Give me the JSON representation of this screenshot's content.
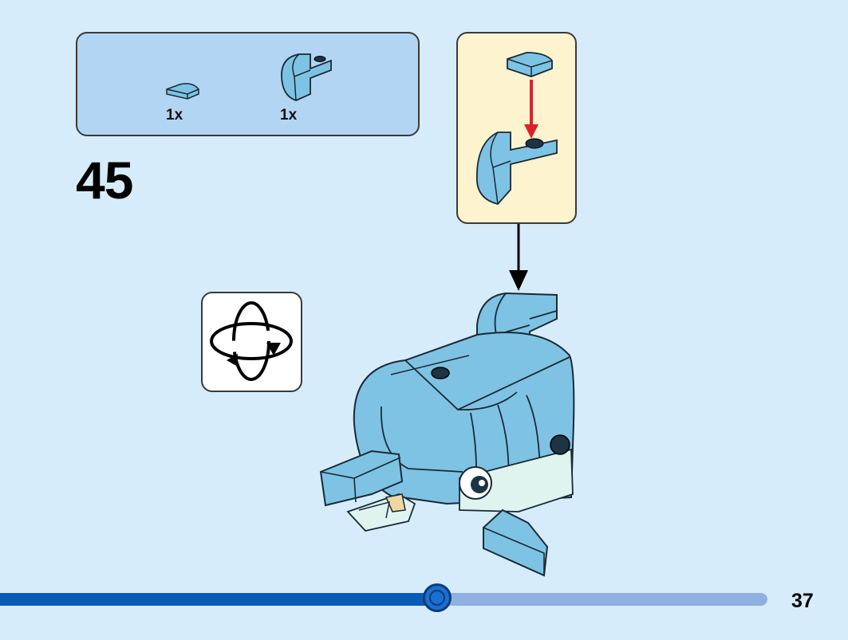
{
  "parts_list": {
    "items": [
      {
        "name": "quarter-round-tile-icon",
        "qty": "1x",
        "color": "#7ec3e4"
      },
      {
        "name": "curved-slope-brick-icon",
        "qty": "1x",
        "color": "#7ec3e4"
      }
    ]
  },
  "step": {
    "number": "45"
  },
  "callout": {
    "arrow_color": "#d9232a"
  },
  "rotate_icon": "rotate-model-icon",
  "progress": {
    "fraction": 0.57
  },
  "page": {
    "number": "37"
  },
  "colors": {
    "background": "#d7ecfb",
    "parts_box": "#b3d5f4",
    "callout_box": "#fdf3cf",
    "brick": "#7ec3e4",
    "progress_fill": "#0a5bb5",
    "progress_track": "#8fb0e0"
  }
}
